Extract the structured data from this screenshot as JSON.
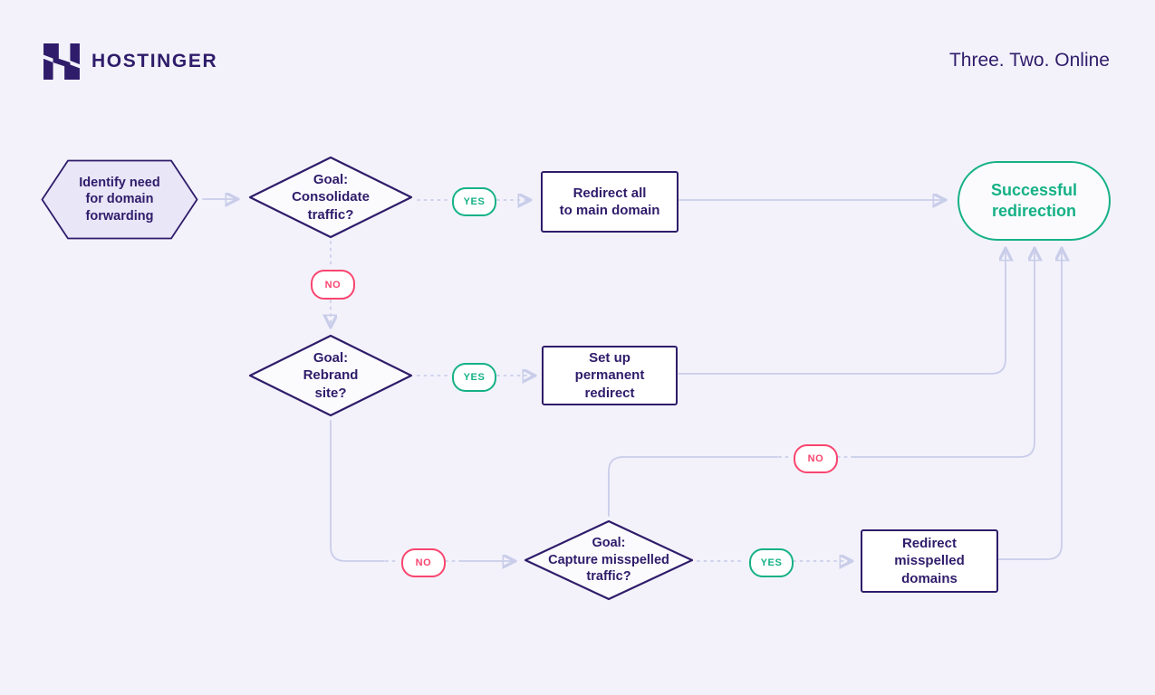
{
  "header": {
    "brand": "HOSTINGER",
    "tagline": "Three. Two. Online"
  },
  "labels": {
    "yes": "YES",
    "no": "NO"
  },
  "nodes": {
    "start": "Identify need\nfor domain\nforwarding",
    "consolidate": "Goal:\nConsolidate\ntraffic?",
    "redirect_all": "Redirect all\nto main domain",
    "rebrand": "Goal:\nRebrand\nsite?",
    "permanent_redirect": "Set up\npermanent\nredirect",
    "capture_misspelled": "Goal:\nCapture misspelled\ntraffic?",
    "redirect_misspelled": "Redirect\nmisspelled\ndomains",
    "success": "Successful\nredirection"
  },
  "colors": {
    "background": "#F3F2FB",
    "primary_purple": "#2F1C6A",
    "hexagon_fill": "#E9E6F8",
    "shape_fill": "#FFFFFF",
    "connector": "#C9CDE9",
    "green": "#16B186",
    "pink": "#F9456F"
  }
}
